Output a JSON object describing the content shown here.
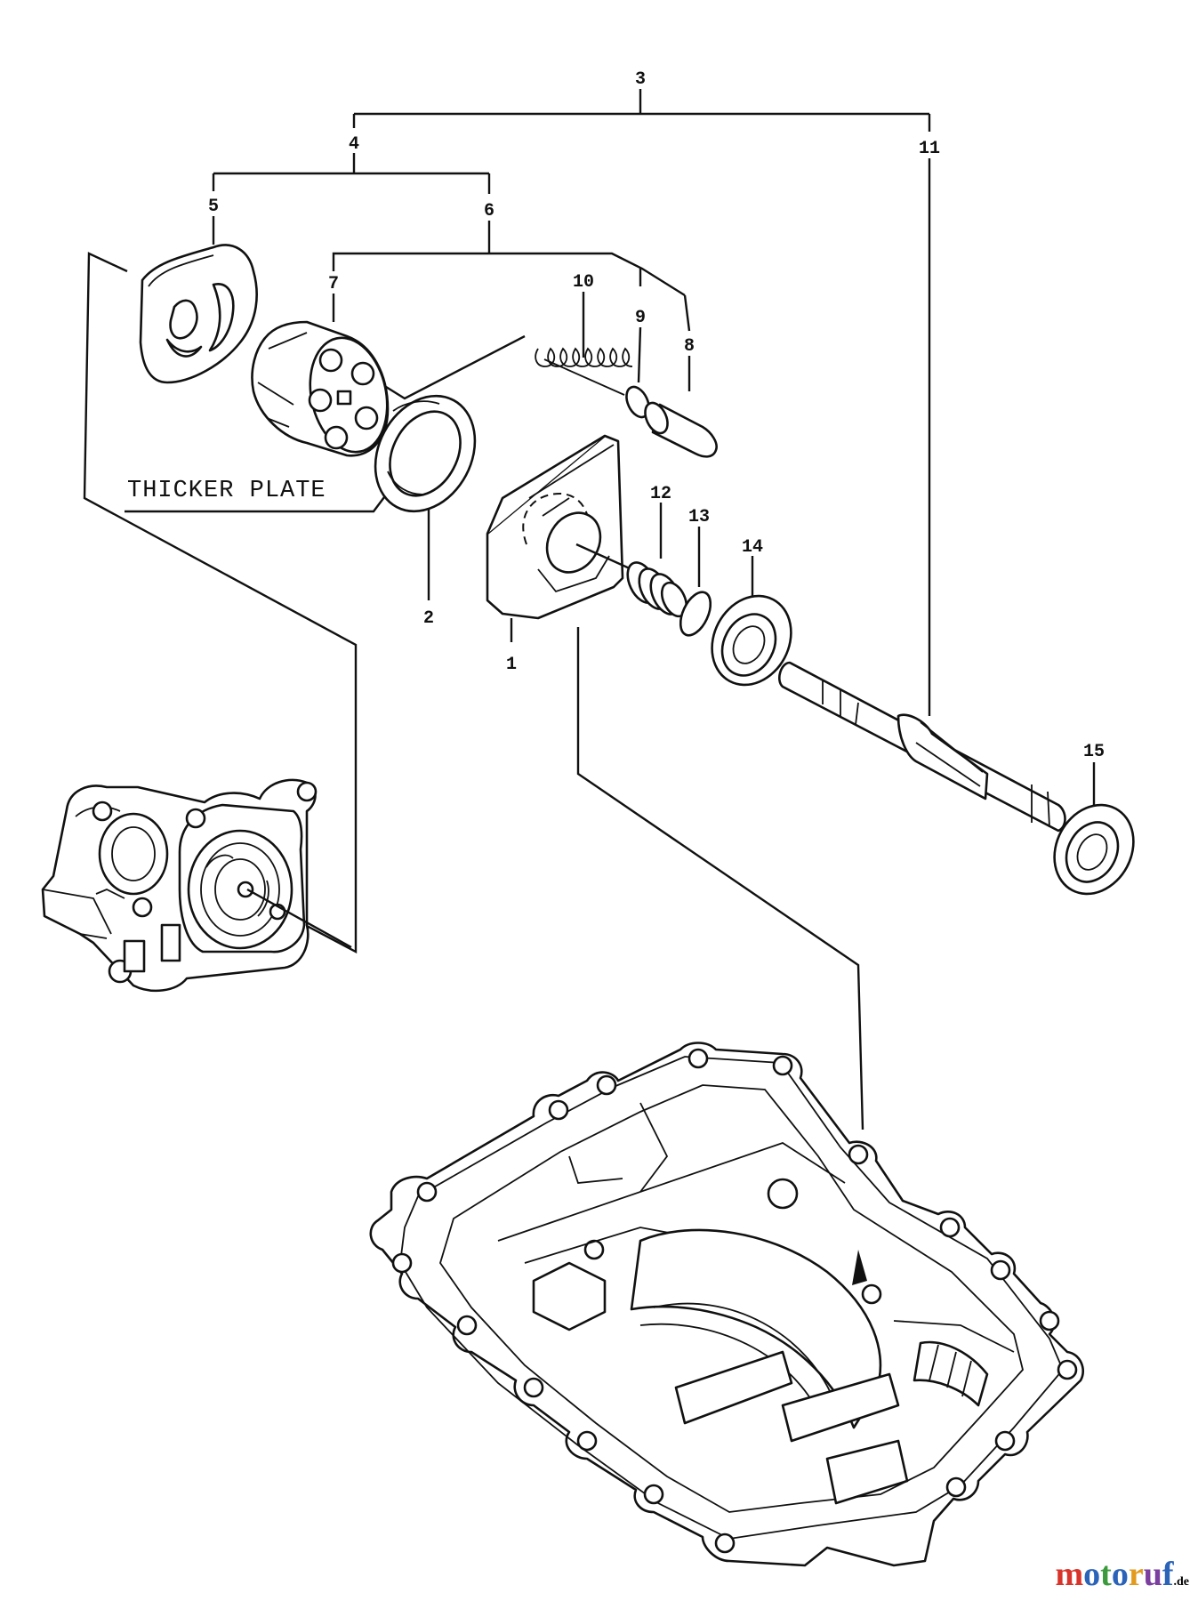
{
  "callouts": [
    {
      "id": "c3",
      "text": "3"
    },
    {
      "id": "c4",
      "text": "4"
    },
    {
      "id": "c11",
      "text": "11"
    },
    {
      "id": "c5",
      "text": "5"
    },
    {
      "id": "c6",
      "text": "6"
    },
    {
      "id": "c7",
      "text": "7"
    },
    {
      "id": "c10",
      "text": "10"
    },
    {
      "id": "c9",
      "text": "9"
    },
    {
      "id": "c8",
      "text": "8"
    },
    {
      "id": "c12",
      "text": "12"
    },
    {
      "id": "c13",
      "text": "13"
    },
    {
      "id": "c14",
      "text": "14"
    },
    {
      "id": "c2",
      "text": "2"
    },
    {
      "id": "c1",
      "text": "1"
    },
    {
      "id": "c15",
      "text": "15"
    }
  ],
  "annotation": {
    "thicker_plate": "THICKER PLATE"
  },
  "watermark": {
    "main": "motoruf",
    "suffix": ".de"
  },
  "colors": {
    "ink": "#111111",
    "watermark_m": "#d9342b",
    "watermark_o": "#2a63b8",
    "watermark_t": "#3a9a3c",
    "watermark_r": "#e29b1e",
    "watermark_u": "#7b3fa0",
    "watermark_f": "#2a63b8"
  }
}
